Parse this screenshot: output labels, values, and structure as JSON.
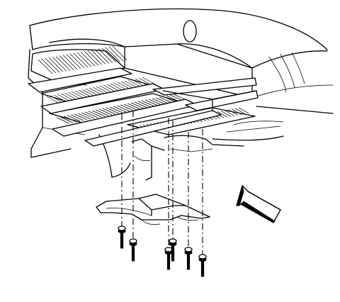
{
  "diagram": {
    "colors": {
      "line": "#000000",
      "background": "#ffffff"
    },
    "parts": [
      "vehicle-underbody",
      "frame-crossmember",
      "skid-plate",
      "mounting-bolt",
      "direction-arrow"
    ],
    "bolt_count": 6
  }
}
